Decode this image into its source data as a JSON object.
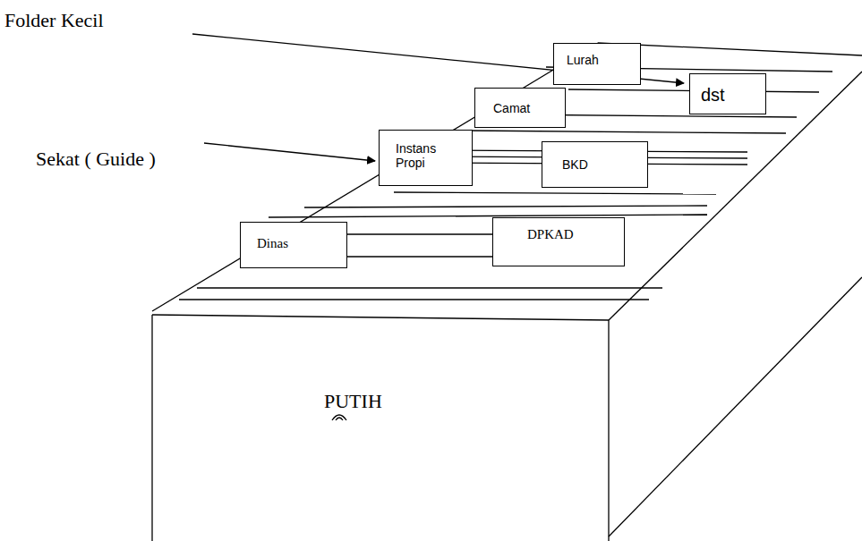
{
  "diagram": {
    "nodes": [
      {
        "text": [
          "Lurah"
        ]
      },
      {
        "text": [
          "dst"
        ]
      },
      {
        "text": [
          "Camat"
        ]
      },
      {
        "text": [
          "Instans Propi"
        ]
      },
      {
        "text": [
          "BKD"
        ]
      },
      {
        "text": [
          "Dinas"
        ]
      },
      {
        "text": [
          "DPKAD"
        ]
      }
    ],
    "labels": [
      "Folder Kecil",
      "Sekat ( Guide )",
      "PUTIH"
    ]
  }
}
